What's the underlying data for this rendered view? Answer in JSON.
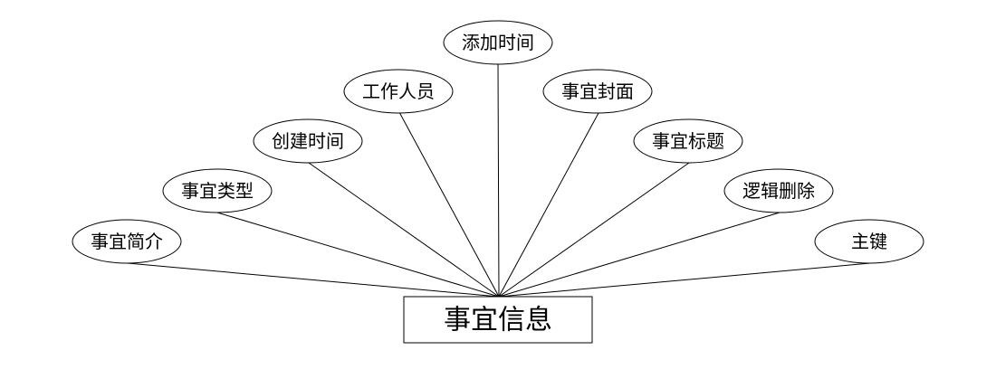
{
  "entity": {
    "label": "事宜信息"
  },
  "attributes": [
    {
      "id": "intro",
      "label": "事宜简介"
    },
    {
      "id": "type",
      "label": "事宜类型"
    },
    {
      "id": "created-time",
      "label": "创建时间"
    },
    {
      "id": "staff",
      "label": "工作人员"
    },
    {
      "id": "added-time",
      "label": "添加时间"
    },
    {
      "id": "cover",
      "label": "事宜封面"
    },
    {
      "id": "title",
      "label": "事宜标题"
    },
    {
      "id": "logical-delete",
      "label": "逻辑删除"
    },
    {
      "id": "primary-key",
      "label": "主键"
    }
  ]
}
